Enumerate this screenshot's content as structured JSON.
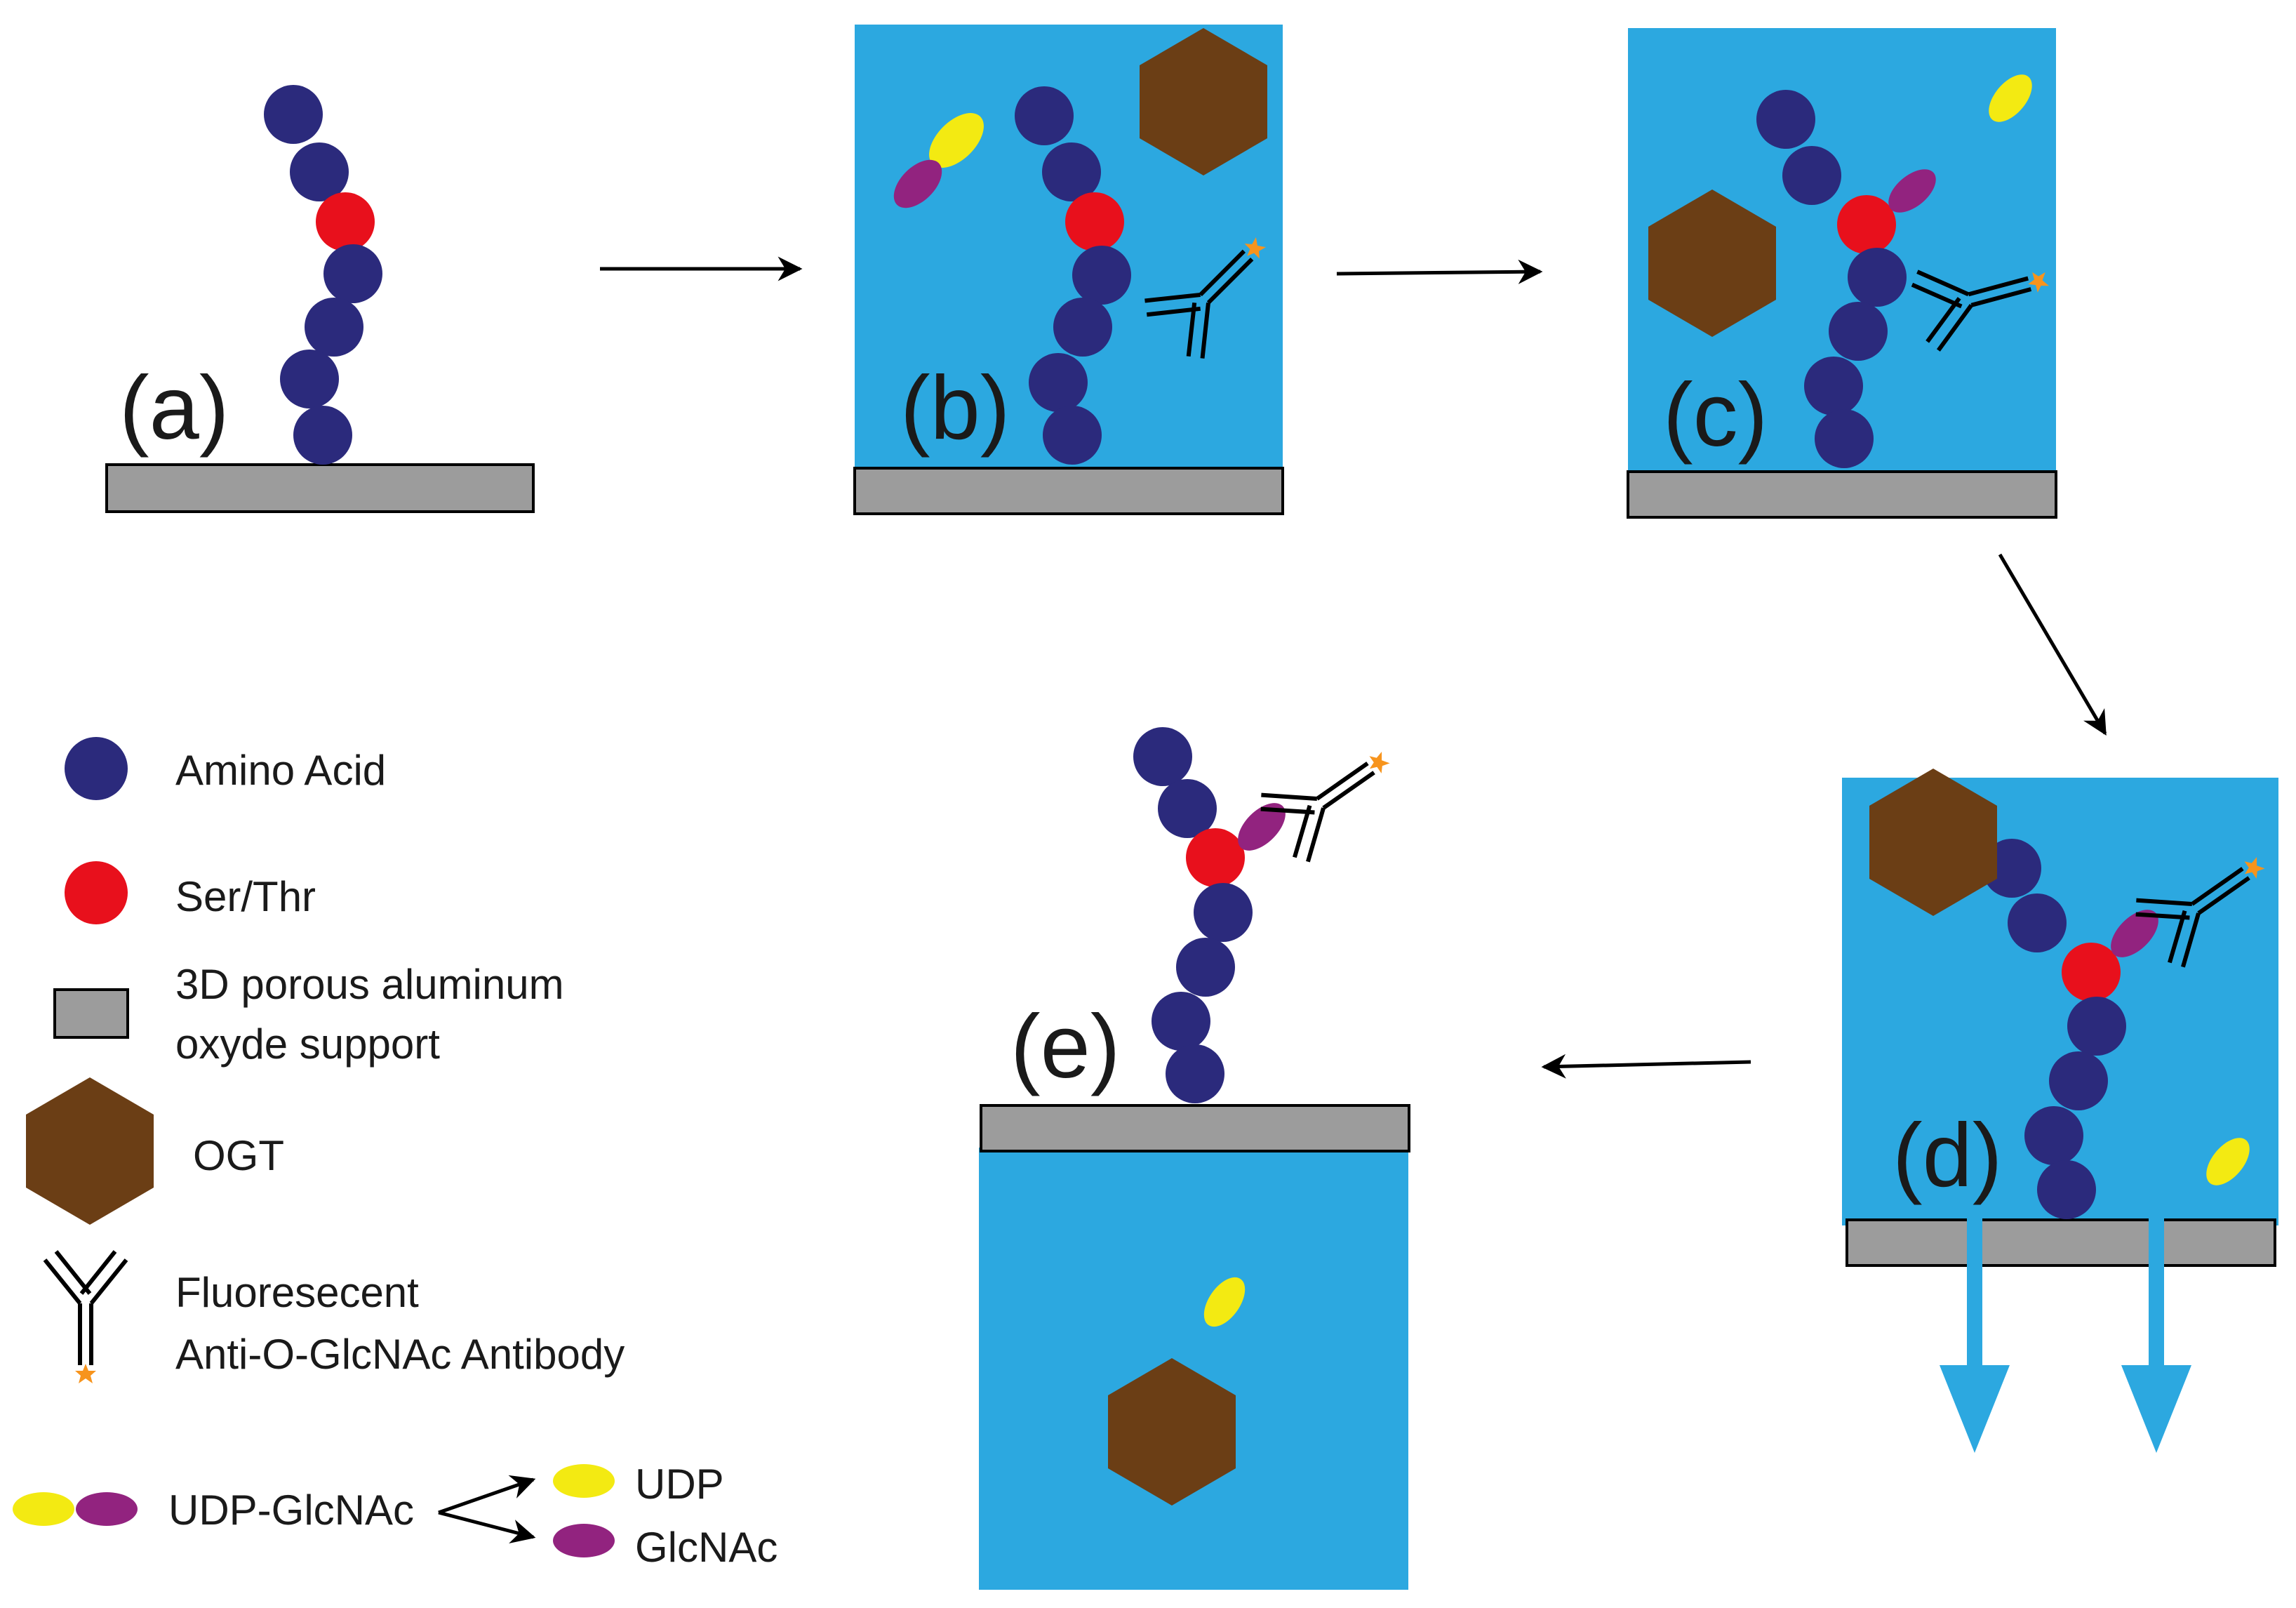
{
  "panels": {
    "a": "(a)",
    "b": "(b)",
    "c": "(c)",
    "d": "(d)",
    "e": "(e)"
  },
  "legend": {
    "amino_acid": "Amino Acid",
    "ser_thr": "Ser/Thr",
    "support_line1": "3D porous aluminum",
    "support_line2": "oxyde support",
    "ogt": "OGT",
    "antibody_line1": "Fluoresecent",
    "antibody_line2": "Anti-O-GlcNAc Antibody",
    "udp_glcnac": "UDP-GlcNAc",
    "udp": "UDP",
    "glcnac": "GlcNAc"
  },
  "colors": {
    "amino_acid": "#2b2a7c",
    "ser_thr": "#e8101c",
    "support": "#9c9c9c",
    "ogt": "#6b3e15",
    "solution": "#2ca8e0",
    "udp": "#f3ea12",
    "glcnac": "#92237f",
    "fluorophore": "#f7941d",
    "flow_arrow": "#2ca8e0"
  },
  "icons": [
    "amino-acid-icon",
    "ser-thr-icon",
    "support-icon",
    "ogt-icon",
    "antibody-icon",
    "udp-icon",
    "glcnac-icon",
    "flow-arrow-icon"
  ]
}
